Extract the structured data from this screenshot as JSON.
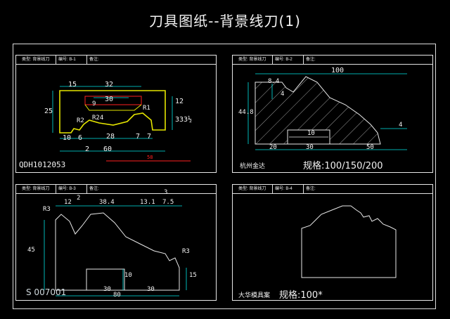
{
  "title": "刀具图纸--背景线刀(1)",
  "panels": [
    {
      "header": {
        "type": "类型: 背景线刀",
        "no": "编号: B-1",
        "note": "备注:"
      },
      "dims": [
        "15",
        "32",
        "30",
        "9",
        "25",
        "R2",
        "R24",
        "R1",
        "12",
        "333½",
        "10",
        "6",
        "28",
        "7",
        "7",
        "2",
        "60",
        "58"
      ],
      "code": "QDH1012053"
    },
    {
      "header": {
        "type": "类型: 背景线刀",
        "no": "编号: B-2",
        "note": "备注:"
      },
      "dims": [
        "100",
        "8.4",
        "4",
        "44.8",
        "10",
        "20",
        "30",
        "50",
        "4"
      ],
      "maker": "杭州金达",
      "spec": "规格:100/150/200"
    },
    {
      "header": {
        "type": "类型: 背景线刀",
        "no": "编号: B-3",
        "note": "备注:"
      },
      "dims": [
        "12",
        "2",
        "38.4",
        "13.1",
        "7.5",
        "3",
        "R3",
        "45",
        "R3",
        "10",
        "15",
        "30",
        "30",
        "80"
      ],
      "watermark": "S 007001"
    },
    {
      "header": {
        "type": "类型: 背景线刀",
        "no": "编号: B-4",
        "note": "备注:"
      },
      "maker": "大华模具案",
      "spec": "规格:100*"
    }
  ],
  "colors": {
    "dimension": "#00e5e5",
    "profile": "#e8e8e8",
    "yellow": "#e5e500",
    "red": "#ff2020",
    "magenta": "#ff40ff"
  }
}
